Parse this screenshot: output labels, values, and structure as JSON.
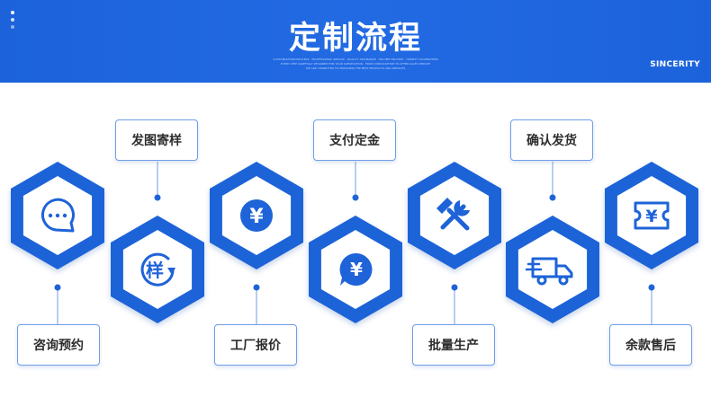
{
  "header": {
    "title": "定制流程",
    "tagline_lines": [
      "CUSTOMIZATION PROCESS · PROFESSIONAL SERVICE · QUALITY ASSURANCE · ON-TIME DELIVERY · HONEST COOPERATION",
      "EVERY STEP CAREFULLY DESIGNED FOR YOUR SATISFACTION · FROM CONSULTATION TO AFTER-SALES SERVICE",
      "WE ARE COMMITTED TO PROVIDING THE BEST PRODUCTS AND SERVICES"
    ],
    "brand": "SINCERITY"
  },
  "colors": {
    "accent": "#1c63db",
    "hex_fill": "#1e63d8",
    "label_border": "#6f9ee9"
  },
  "steps": [
    {
      "label": "咨询预约",
      "icon": "chat-bubble-icon",
      "position": "top"
    },
    {
      "label": "发图寄样",
      "icon": "sample-rotate-icon",
      "glyph": "样",
      "position": "bottom"
    },
    {
      "label": "工厂报价",
      "icon": "yen-circle-icon",
      "glyph": "¥",
      "position": "top"
    },
    {
      "label": "支付定金",
      "icon": "yen-bubble-icon",
      "glyph": "¥",
      "position": "bottom"
    },
    {
      "label": "批量生产",
      "icon": "hammer-wrench-icon",
      "position": "top"
    },
    {
      "label": "确认发货",
      "icon": "delivery-truck-icon",
      "position": "bottom"
    },
    {
      "label": "余款售后",
      "icon": "yen-ticket-icon",
      "glyph": "¥",
      "position": "top"
    }
  ]
}
